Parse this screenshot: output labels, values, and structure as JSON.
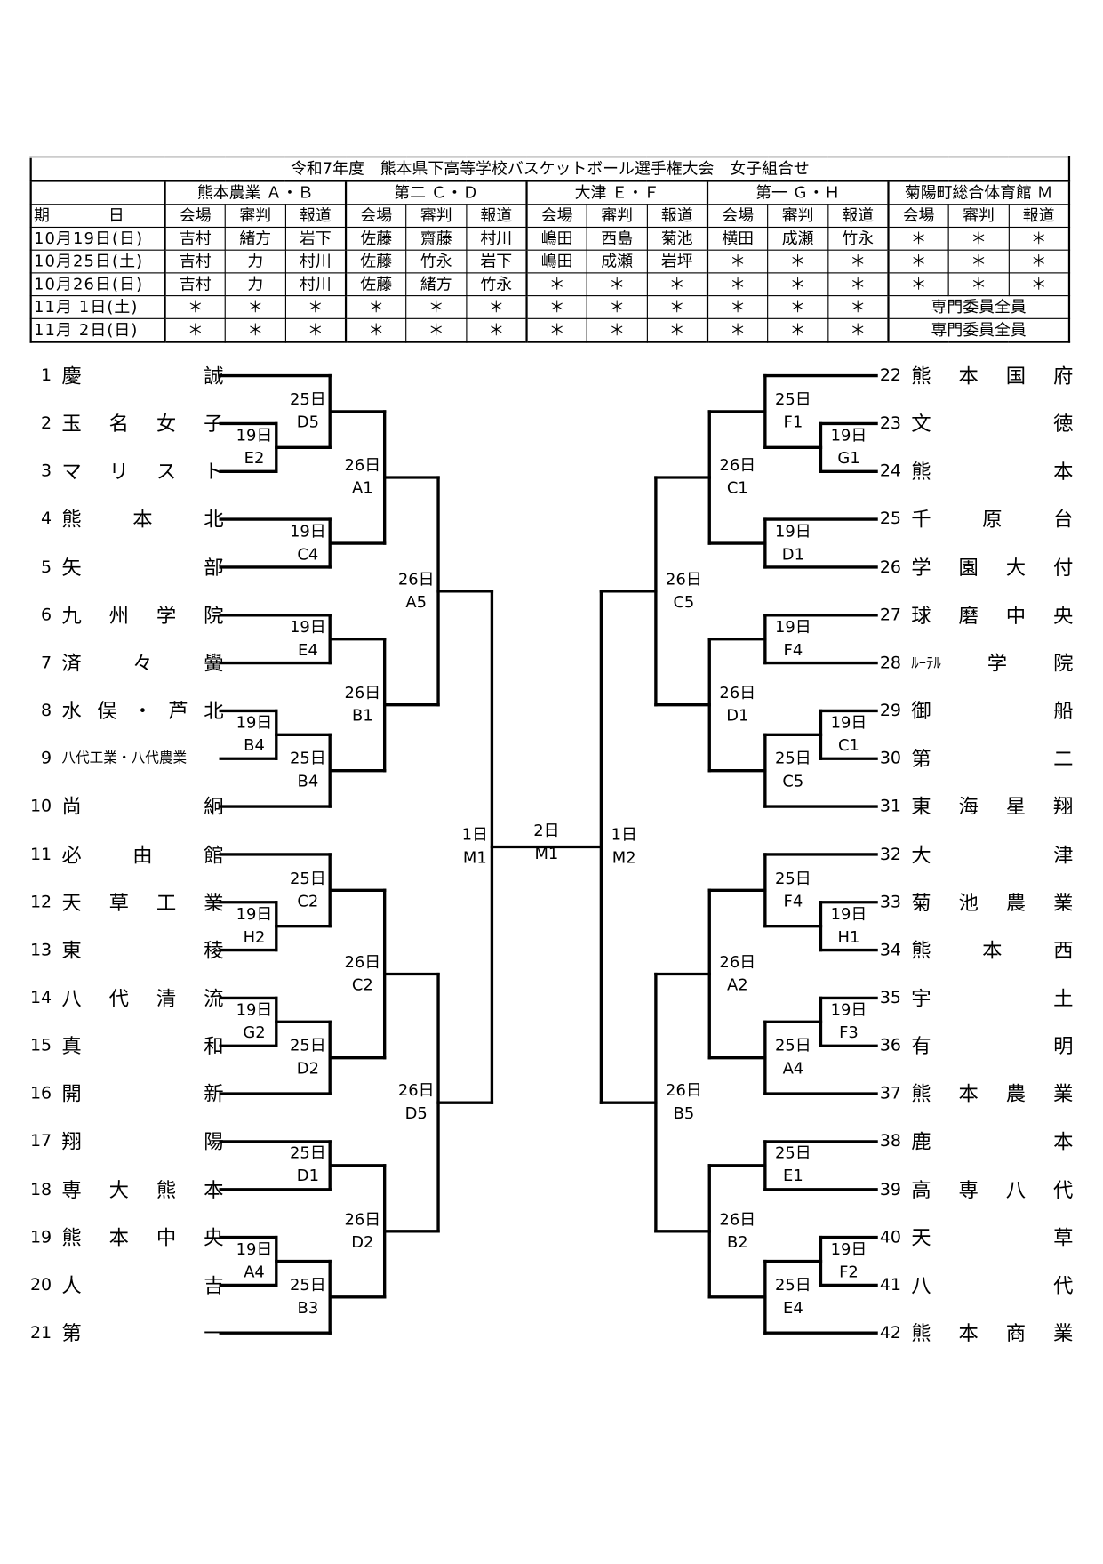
{
  "title": "令和7年度　熊本県下高等学校バスケットボール選手権大会　女子組合せ",
  "schedule": {
    "date_header": [
      "期",
      "日"
    ],
    "venues": [
      "熊本農業 Ａ・Ｂ",
      "第二 Ｃ・Ｄ",
      "大津 Ｅ・Ｆ",
      "第一 Ｇ・Ｈ",
      "菊陽町総合体育館 Ｍ"
    ],
    "roles": [
      "会場",
      "審判",
      "報道"
    ],
    "rows": [
      {
        "date": "10月19日(日)",
        "cells": [
          "吉村",
          "緒方",
          "岩下",
          "佐藤",
          "齋藤",
          "村川",
          "嶋田",
          "西島",
          "菊池",
          "横田",
          "成瀬",
          "竹永",
          "＊",
          "＊",
          "＊"
        ]
      },
      {
        "date": "10月25日(土)",
        "cells": [
          "吉村",
          "力",
          "村川",
          "佐藤",
          "竹永",
          "岩下",
          "嶋田",
          "成瀬",
          "岩坪",
          "＊",
          "＊",
          "＊",
          "＊",
          "＊",
          "＊"
        ]
      },
      {
        "date": "10月26日(日)",
        "cells": [
          "吉村",
          "力",
          "村川",
          "佐藤",
          "緒方",
          "竹永",
          "＊",
          "＊",
          "＊",
          "＊",
          "＊",
          "＊",
          "＊",
          "＊",
          "＊"
        ]
      },
      {
        "date": "11月 1日(土)",
        "cells": [
          "＊",
          "＊",
          "＊",
          "＊",
          "＊",
          "＊",
          "＊",
          "＊",
          "＊",
          "＊",
          "＊",
          "＊"
        ],
        "merged": "専門委員全員"
      },
      {
        "date": "11月 2日(日)",
        "cells": [
          "＊",
          "＊",
          "＊",
          "＊",
          "＊",
          "＊",
          "＊",
          "＊",
          "＊",
          "＊",
          "＊",
          "＊"
        ],
        "merged": "専門委員全員"
      }
    ]
  },
  "teams": [
    {
      "no": "1",
      "name": "慶 誠"
    },
    {
      "no": "2",
      "name": "玉 名 女 子"
    },
    {
      "no": "3",
      "name": "マ リ ス ト"
    },
    {
      "no": "4",
      "name": "熊 本 北"
    },
    {
      "no": "5",
      "name": "矢 部"
    },
    {
      "no": "6",
      "name": "九 州 学 院"
    },
    {
      "no": "7",
      "name": "済 々 黌"
    },
    {
      "no": "8",
      "name": "水 俣 ・ 芦 北"
    },
    {
      "no": "9",
      "name": "八代工業・八代農業"
    },
    {
      "no": "10",
      "name": "尚 絅"
    },
    {
      "no": "11",
      "name": "必 由 館"
    },
    {
      "no": "12",
      "name": "天 草 工 業"
    },
    {
      "no": "13",
      "name": "東 稜"
    },
    {
      "no": "14",
      "name": "八 代 清 流"
    },
    {
      "no": "15",
      "name": "真 和"
    },
    {
      "no": "16",
      "name": "開 新"
    },
    {
      "no": "17",
      "name": "翔 陽"
    },
    {
      "no": "18",
      "name": "専 大 熊 本"
    },
    {
      "no": "19",
      "name": "熊 本 中 央"
    },
    {
      "no": "20",
      "name": "人 吉"
    },
    {
      "no": "21",
      "name": "第 一"
    },
    {
      "no": "22",
      "name": "熊 本 国 府"
    },
    {
      "no": "23",
      "name": "文 徳"
    },
    {
      "no": "24",
      "name": "熊 本"
    },
    {
      "no": "25",
      "name": "千 原 台"
    },
    {
      "no": "26",
      "name": "学 園 大 付"
    },
    {
      "no": "27",
      "name": "球 磨 中 央"
    },
    {
      "no": "28",
      "name": "ﾙｰﾃﾙ 学 院"
    },
    {
      "no": "29",
      "name": "御 船"
    },
    {
      "no": "30",
      "name": "第 二"
    },
    {
      "no": "31",
      "name": "東 海 星 翔"
    },
    {
      "no": "32",
      "name": "大 津"
    },
    {
      "no": "33",
      "name": "菊 池 農 業"
    },
    {
      "no": "34",
      "name": "熊 本 西"
    },
    {
      "no": "35",
      "name": "宇 土"
    },
    {
      "no": "36",
      "name": "有 明"
    },
    {
      "no": "37",
      "name": "熊 本 農 業"
    },
    {
      "no": "38",
      "name": "鹿 本"
    },
    {
      "no": "39",
      "name": "高 専 八 代"
    },
    {
      "no": "40",
      "name": "天 草"
    },
    {
      "no": "41",
      "name": "八 代"
    },
    {
      "no": "42",
      "name": "熊 本 商 業"
    }
  ],
  "bracket": {
    "final": {
      "day": "2日",
      "code": "M1"
    },
    "left": {
      "day": "1日",
      "code": "M1",
      "a": {
        "day": "26日",
        "code": "A5",
        "a": {
          "day": "26日",
          "code": "A1",
          "a": {
            "day": "25日",
            "code": "D5",
            "a": 1,
            "b": {
              "day": "19日",
              "code": "E2",
              "a": 2,
              "b": 3
            }
          },
          "b": {
            "day": "19日",
            "code": "C4",
            "a": 4,
            "b": 5
          }
        },
        "b": {
          "day": "26日",
          "code": "B1",
          "a": {
            "day": "19日",
            "code": "E4",
            "a": 6,
            "b": 7
          },
          "b": {
            "day": "25日",
            "code": "B4",
            "a": {
              "day": "19日",
              "code": "B4",
              "a": 8,
              "b": 9
            },
            "b": 10
          }
        }
      },
      "b": {
        "day": "26日",
        "code": "D5",
        "a": {
          "day": "26日",
          "code": "C2",
          "a": {
            "day": "25日",
            "code": "C2",
            "a": 11,
            "b": {
              "day": "19日",
              "code": "H2",
              "a": 12,
              "b": 13
            }
          },
          "b": {
            "day": "25日",
            "code": "D2",
            "a": {
              "day": "19日",
              "code": "G2",
              "a": 14,
              "b": 15
            },
            "b": 16
          }
        },
        "b": {
          "day": "26日",
          "code": "D2",
          "a": {
            "day": "25日",
            "code": "D1",
            "a": 17,
            "b": 18
          },
          "b": {
            "day": "25日",
            "code": "B3",
            "a": {
              "day": "19日",
              "code": "A4",
              "a": 19,
              "b": 20
            },
            "b": 21
          }
        }
      }
    },
    "right": {
      "day": "1日",
      "code": "M2",
      "a": {
        "day": "26日",
        "code": "C5",
        "a": {
          "day": "26日",
          "code": "C1",
          "a": {
            "day": "25日",
            "code": "F1",
            "a": 22,
            "b": {
              "day": "19日",
              "code": "G1",
              "a": 23,
              "b": 24
            }
          },
          "b": {
            "day": "19日",
            "code": "D1",
            "a": 25,
            "b": 26
          }
        },
        "b": {
          "day": "26日",
          "code": "D1",
          "a": {
            "day": "19日",
            "code": "F4",
            "a": 27,
            "b": 28
          },
          "b": {
            "day": "25日",
            "code": "C5",
            "a": {
              "day": "19日",
              "code": "C1",
              "a": 29,
              "b": 30
            },
            "b": 31
          }
        }
      },
      "b": {
        "day": "26日",
        "code": "B5",
        "a": {
          "day": "26日",
          "code": "A2",
          "a": {
            "day": "25日",
            "code": "F4",
            "a": 32,
            "b": {
              "day": "19日",
              "code": "H1",
              "a": 33,
              "b": 34
            }
          },
          "b": {
            "day": "25日",
            "code": "A4",
            "a": {
              "day": "19日",
              "code": "F3",
              "a": 35,
              "b": 36
            },
            "b": 37
          }
        },
        "b": {
          "day": "26日",
          "code": "B2",
          "a": {
            "day": "25日",
            "code": "E1",
            "a": 38,
            "b": 39
          },
          "b": {
            "day": "25日",
            "code": "E4",
            "a": {
              "day": "19日",
              "code": "F2",
              "a": 40,
              "b": 41
            },
            "b": 42
          }
        }
      }
    }
  }
}
